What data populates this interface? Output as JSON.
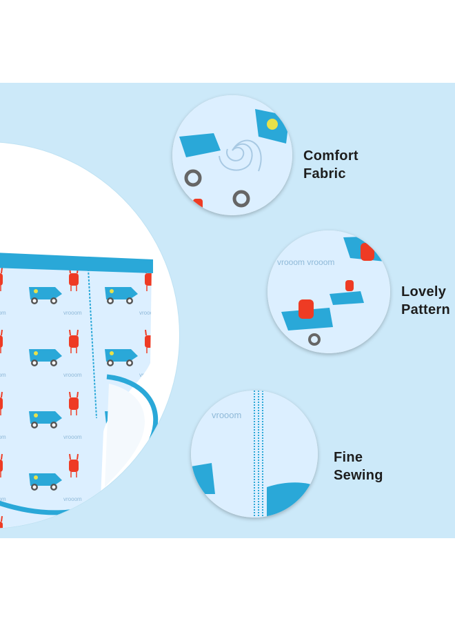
{
  "colors": {
    "background_panel": "#cce9f9",
    "fabric": "#dcefff",
    "trim": "#2aa8d8",
    "accent_red": "#ee3b24",
    "accent_yellow": "#e8e14a",
    "text": "#1d1d1d"
  },
  "features": [
    {
      "line1": "Comfort",
      "line2": "Fabric"
    },
    {
      "line1": "Lovely",
      "line2": "Pattern"
    },
    {
      "line1": "Fine",
      "line2": "Sewing"
    }
  ],
  "print_text": "vrooom vrooom"
}
